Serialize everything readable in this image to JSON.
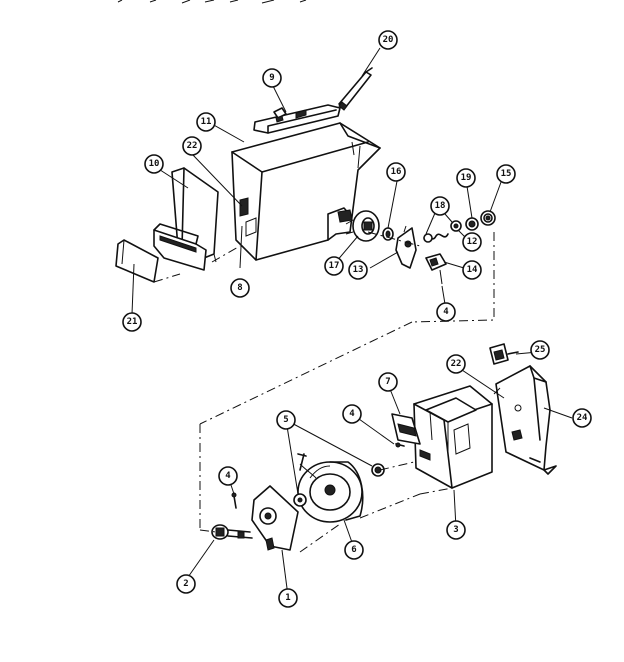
{
  "callouts": [
    {
      "id": "c1",
      "label": "1"
    },
    {
      "id": "c2",
      "label": "2"
    },
    {
      "id": "c3",
      "label": "3"
    },
    {
      "id": "c4a",
      "label": "4"
    },
    {
      "id": "c4b",
      "label": "4"
    },
    {
      "id": "c4c",
      "label": "4"
    },
    {
      "id": "c5",
      "label": "5"
    },
    {
      "id": "c6",
      "label": "6"
    },
    {
      "id": "c7",
      "label": "7"
    },
    {
      "id": "c8",
      "label": "8"
    },
    {
      "id": "c9",
      "label": "9"
    },
    {
      "id": "c10",
      "label": "10"
    },
    {
      "id": "c11",
      "label": "11"
    },
    {
      "id": "c12",
      "label": "12"
    },
    {
      "id": "c13",
      "label": "13"
    },
    {
      "id": "c14",
      "label": "14"
    },
    {
      "id": "c15",
      "label": "15"
    },
    {
      "id": "c16",
      "label": "16"
    },
    {
      "id": "c17",
      "label": "17"
    },
    {
      "id": "c18",
      "label": "18"
    },
    {
      "id": "c19",
      "label": "19"
    },
    {
      "id": "c20",
      "label": "20"
    },
    {
      "id": "c21",
      "label": "21"
    },
    {
      "id": "c22a",
      "label": "22"
    },
    {
      "id": "c22b",
      "label": "22"
    },
    {
      "id": "c24",
      "label": "24"
    },
    {
      "id": "c25",
      "label": "25"
    }
  ]
}
